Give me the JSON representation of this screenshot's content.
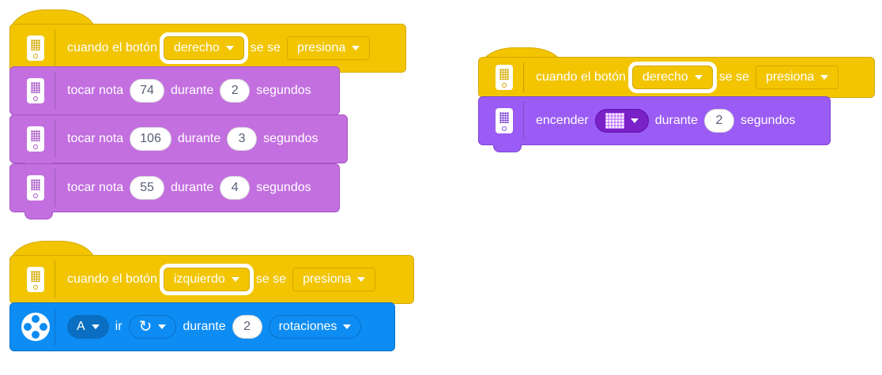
{
  "stack1": {
    "hat": {
      "text1": "cuando el botón",
      "button": "derecho",
      "text2": "se se",
      "action": "presiona"
    },
    "notes": [
      {
        "label": "tocar nota",
        "note": "74",
        "mid": "durante",
        "secs": "2",
        "unit": "segundos"
      },
      {
        "label": "tocar nota",
        "note": "106",
        "mid": "durante",
        "secs": "3",
        "unit": "segundos"
      },
      {
        "label": "tocar nota",
        "note": "55",
        "mid": "durante",
        "secs": "4",
        "unit": "segundos"
      }
    ]
  },
  "stack2": {
    "hat": {
      "text1": "cuando el botón",
      "button": "derecho",
      "text2": "se se",
      "action": "presiona"
    },
    "light": {
      "label": "encender",
      "mid": "durante",
      "secs": "2",
      "unit": "segundos"
    }
  },
  "stack3": {
    "hat": {
      "text1": "cuando el botón",
      "button": "izquierdo",
      "text2": "se se",
      "action": "presiona"
    },
    "motor": {
      "port": "A",
      "go": "ir",
      "mid": "durante",
      "amount": "2",
      "unit": "rotaciones"
    }
  },
  "icons": {
    "hub": "hub-icon",
    "motor": "motor-icon",
    "matrix": "light-matrix-icon",
    "direction": "clockwise-arrow-icon"
  },
  "colors": {
    "events": "#f2c500",
    "sound": "#c36fe0",
    "light": "#9a5cf4",
    "motors": "#0d8cf4"
  }
}
